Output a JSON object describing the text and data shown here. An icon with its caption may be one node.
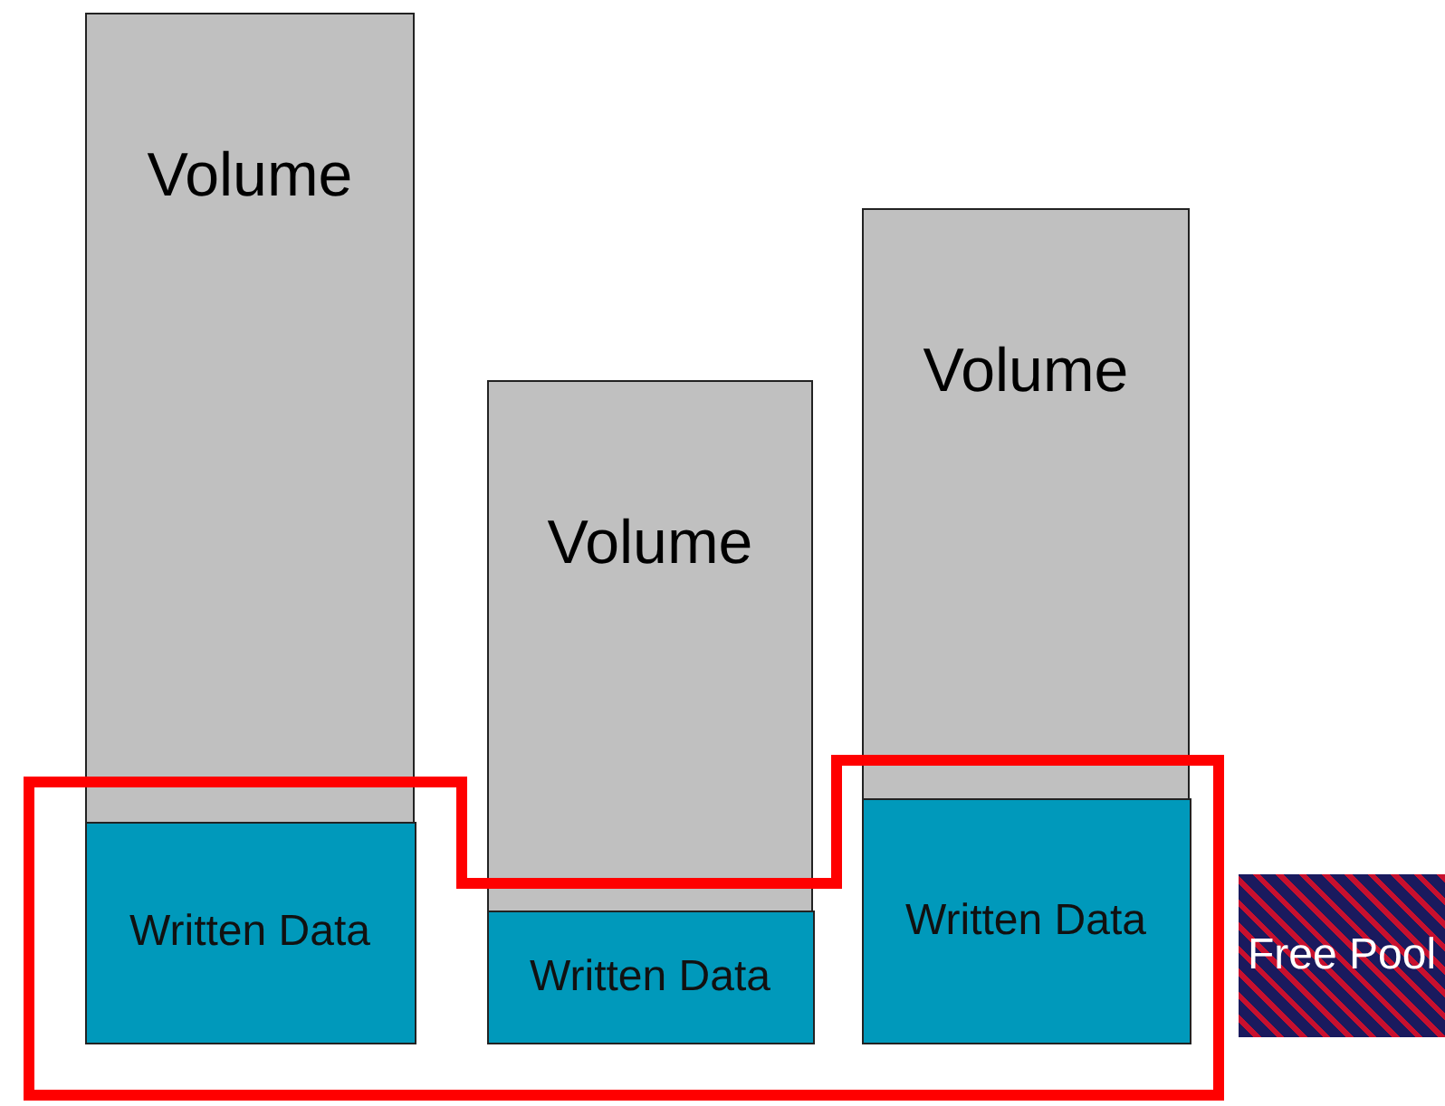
{
  "diagram": {
    "nodes": [
      {
        "text": [
          "Volume"
        ]
      },
      {
        "text": [
          "Written Data"
        ],
        "in": 0
      },
      {
        "text": [
          "Volume"
        ]
      },
      {
        "text": [
          "Written Data"
        ],
        "in": 2
      },
      {
        "text": [
          "Volume"
        ]
      },
      {
        "text": [
          "Written Data"
        ],
        "in": 4
      },
      {
        "text": [
          "Free Pool"
        ]
      }
    ]
  }
}
